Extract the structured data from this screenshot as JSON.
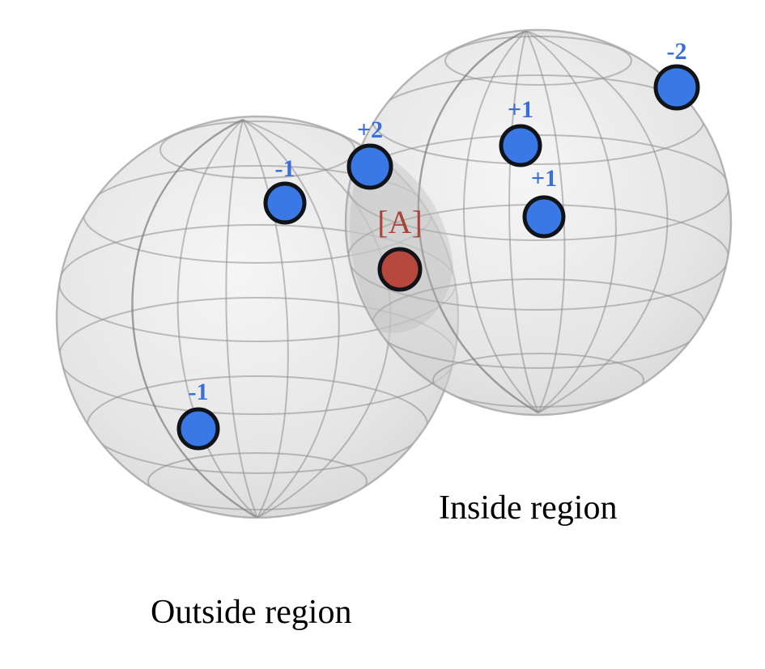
{
  "colors": {
    "positive_charge": "#3a78e6",
    "charge_label": "#3a6fd8",
    "center_charge": "#b5473c",
    "center_label": "#a8453a",
    "sphere_fill": "#d9d9d9",
    "wireframe": "#8e8e8e"
  },
  "spheres": [
    {
      "id": "outside-sphere"
    },
    {
      "id": "inside-sphere"
    }
  ],
  "center_charge": {
    "label": "[A]"
  },
  "charges": [
    {
      "id": "charge-1",
      "label": "-1"
    },
    {
      "id": "charge-2",
      "label": "+2"
    },
    {
      "id": "charge-3",
      "label": "-1"
    },
    {
      "id": "charge-4",
      "label": "+1"
    },
    {
      "id": "charge-5",
      "label": "+1"
    },
    {
      "id": "charge-6",
      "label": "-2"
    }
  ],
  "labels": {
    "inside_region": "Inside region",
    "outside_region": "Outside region"
  }
}
